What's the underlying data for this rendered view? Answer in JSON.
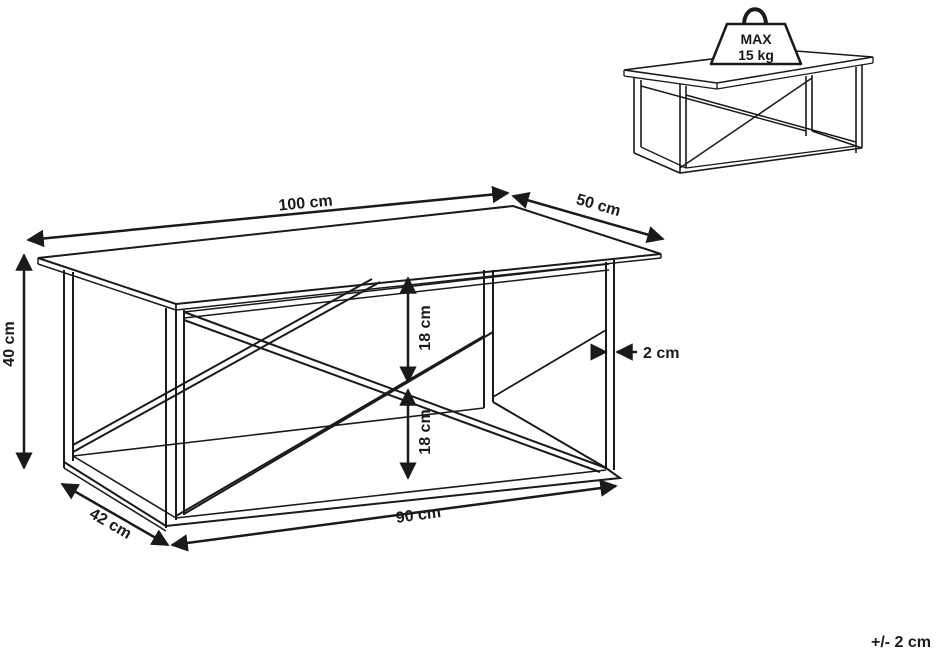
{
  "dimensions": {
    "top_length": "100 cm",
    "top_depth": "50 cm",
    "height": "40 cm",
    "upper_gap": "18 cm",
    "lower_gap": "18 cm",
    "frame_thickness": "2 cm",
    "base_length": "90 cm",
    "base_depth": "42 cm"
  },
  "load_weight": {
    "line1": "MAX",
    "line2": "15 kg"
  },
  "tolerance": "+/- 2 cm",
  "colors": {
    "line": "#1a1a1a",
    "background": "#ffffff"
  }
}
